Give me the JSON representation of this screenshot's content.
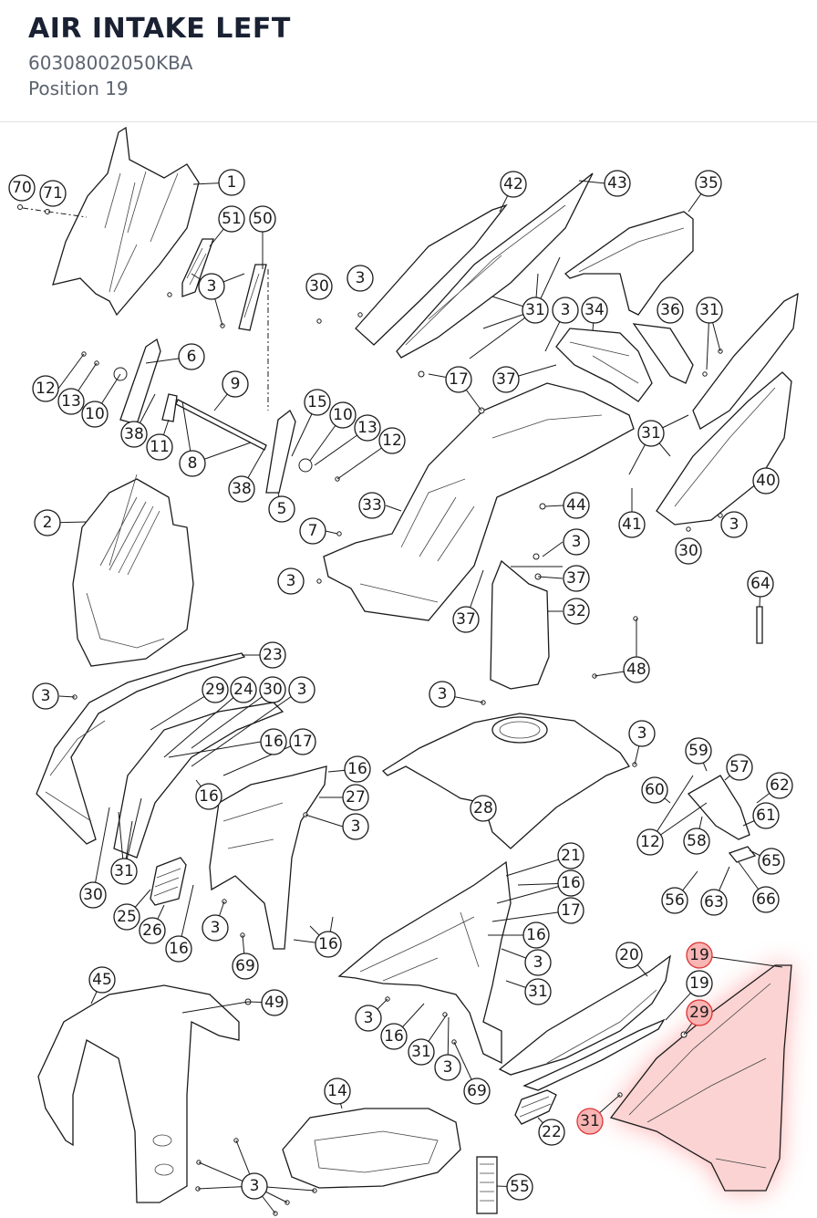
{
  "header": {
    "title": "AIR INTAKE LEFT",
    "part_number": "60308002050KBA",
    "position": "Position 19"
  },
  "colors": {
    "highlight": "#f9b4b4",
    "highlight_glow": "#ff6b6b",
    "line": "#1a1a1a"
  },
  "callouts": {
    "c70": "70",
    "c71": "71",
    "c1": "1",
    "c51": "51",
    "c50": "50",
    "c3a": "3",
    "c12a": "12",
    "c13a": "13",
    "c10a": "10",
    "c6": "6",
    "c9": "9",
    "c38a": "38",
    "c11": "11",
    "c8": "8",
    "c15": "15",
    "c10b": "10",
    "c13b": "13",
    "c12b": "12",
    "c38b": "38",
    "c5": "5",
    "c2": "2",
    "c7": "7",
    "c3b": "3",
    "c42": "42",
    "c43": "43",
    "c35": "35",
    "c3c": "3",
    "c30a": "30",
    "c31a": "31",
    "c3d": "3",
    "c34": "34",
    "c36": "36",
    "c31b": "31",
    "c17a": "17",
    "c37a": "37",
    "c31c": "31",
    "c40": "40",
    "c33": "33",
    "c44": "44",
    "c41": "41",
    "c3e": "3",
    "c30b": "30",
    "c3f": "3",
    "c37b": "37",
    "c37c": "37",
    "c32": "32",
    "c64": "64",
    "c48": "48",
    "c23": "23",
    "c3g": "3",
    "c29a": "29",
    "c24": "24",
    "c30c": "30",
    "c3h": "3",
    "c16a": "16",
    "c17b": "17",
    "c16b": "16",
    "c27": "27",
    "c16c": "16",
    "c3i": "3",
    "c31d": "31",
    "c30d": "30",
    "c25": "25",
    "c26": "26",
    "c16d": "16",
    "c3j": "3",
    "c69a": "69",
    "c16e": "16",
    "c3k": "3",
    "c28": "28",
    "c3l": "3",
    "c59": "59",
    "c57": "57",
    "c60": "60",
    "c62": "62",
    "c61": "61",
    "c12c": "12",
    "c58": "58",
    "c65": "65",
    "c56": "56",
    "c63": "63",
    "c66": "66",
    "c21": "21",
    "c16f": "16",
    "c17c": "17",
    "c16g": "16",
    "c3m": "3",
    "c31e": "31",
    "c20": "20",
    "c19a": "19",
    "c19b": "19",
    "c29b": "29",
    "c31f": "31",
    "c45": "45",
    "c49": "49",
    "c3n": "3",
    "c16h": "16",
    "c31g": "31",
    "c3o": "3",
    "c69b": "69",
    "c14": "14",
    "c22": "22",
    "c3p": "3",
    "c55": "55"
  }
}
